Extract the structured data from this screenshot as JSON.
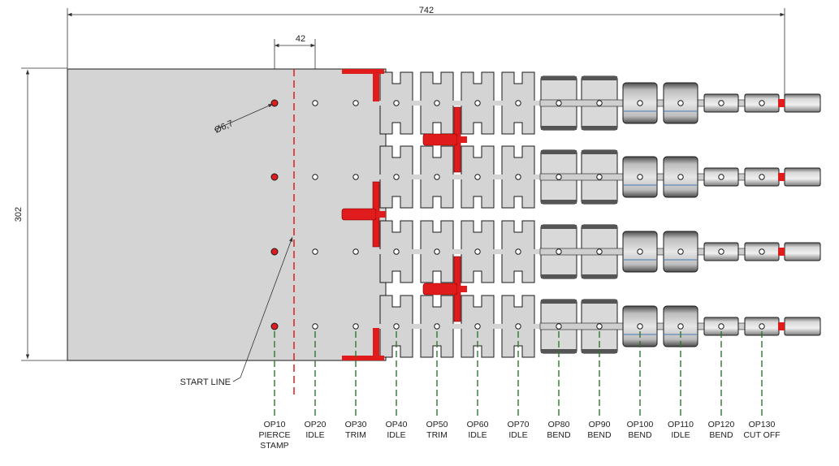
{
  "dimensions": {
    "overall_length": "742",
    "strip_width": "302",
    "pitch_first": "42",
    "hole_diameter": "Ø6,7"
  },
  "start_line_label": "START LINE",
  "stations": [
    {
      "op": "OP10",
      "lines": [
        "PIERCE",
        "STAMP"
      ]
    },
    {
      "op": "OP20",
      "lines": [
        "IDLE"
      ]
    },
    {
      "op": "OP30",
      "lines": [
        "TRIM"
      ]
    },
    {
      "op": "OP40",
      "lines": [
        "IDLE"
      ]
    },
    {
      "op": "OP50",
      "lines": [
        "TRIM"
      ]
    },
    {
      "op": "OP60",
      "lines": [
        "IDLE"
      ]
    },
    {
      "op": "OP70",
      "lines": [
        "IDLE"
      ]
    },
    {
      "op": "OP80",
      "lines": [
        "BEND"
      ]
    },
    {
      "op": "OP90",
      "lines": [
        "BEND"
      ]
    },
    {
      "op": "OP100",
      "lines": [
        "BEND"
      ]
    },
    {
      "op": "OP110",
      "lines": [
        "IDLE"
      ]
    },
    {
      "op": "OP120",
      "lines": [
        "BEND"
      ]
    },
    {
      "op": "OP130",
      "lines": [
        "CUT OFF"
      ]
    }
  ],
  "colors": {
    "strip_fill": "#d4d4d4",
    "outline": "#1a1a1a",
    "highlight_red": "#e01b1b",
    "station_line_green": "#2b7a2b",
    "start_line_red": "#e01b1b",
    "dimension_line": "#333333"
  }
}
